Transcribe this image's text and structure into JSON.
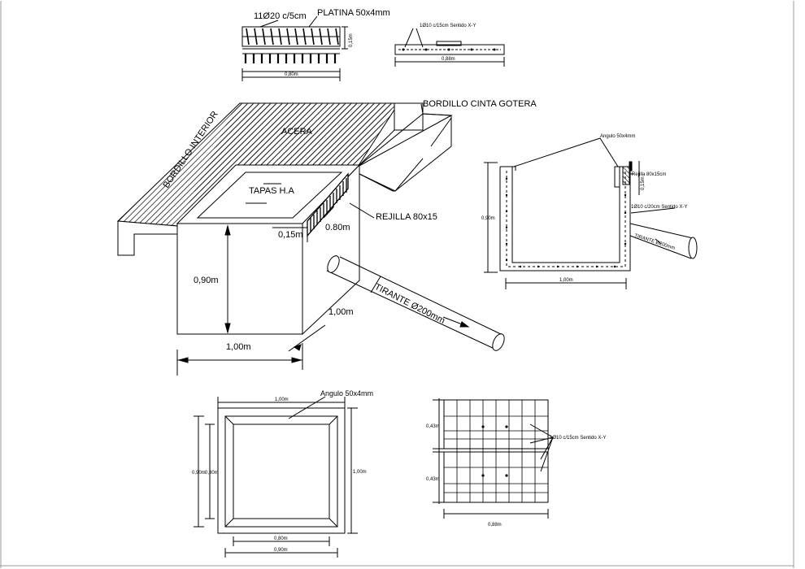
{
  "grate_detail": {
    "bars_label": "11Ø20 c/5cm",
    "plate_label": "PLATINA 50x4mm",
    "height_label": "0,15m",
    "width_label": "0,80m"
  },
  "lid_section": {
    "rebar_label": "1Ø10 c/15cm Sentido X-Y",
    "width_label": "0,88m"
  },
  "isometric": {
    "curb_tape_label": "BORDILLO CINTA GOTERA",
    "sidewalk_label": "ACERA",
    "inner_curb_label": "BORDILLO INTERIOR",
    "lids_label": "TAPAS H.A",
    "grate_label": "REJILLA 80x15",
    "grate_height_label": "0,15m",
    "grate_width_label": "0.80m",
    "height_label": "0,90m",
    "depth_label": "1,00m",
    "width_label": "1,00m",
    "pipe_label": "TIRANTE Ø200mm"
  },
  "section": {
    "angle_label": "Angulo 50x4mm",
    "grate_label": "Rejilla 80x15cm",
    "grate_height_label": "0,15m",
    "rebar_label": "1Ø10 c/20cm Sentido X-Y",
    "pipe_label": "TIRANTE Ø200mm",
    "height_label": "0,90m",
    "width_label": "1,00m"
  },
  "plan_view": {
    "angle_label": "Angulo 50x4mm",
    "outer_width_label": "1,00m",
    "outer_height_label": "1,00m",
    "left_height_a": "0,90m",
    "left_height_b": "0,80m",
    "inner_width_label": "0,80m",
    "mid_width_label": "0,90m"
  },
  "lid_plan": {
    "top_height_label": "0,43m",
    "bottom_height_label": "0,43m",
    "rebar_label": "1Ø10 c/15cm Sentido X-Y",
    "width_label": "0,88m"
  }
}
